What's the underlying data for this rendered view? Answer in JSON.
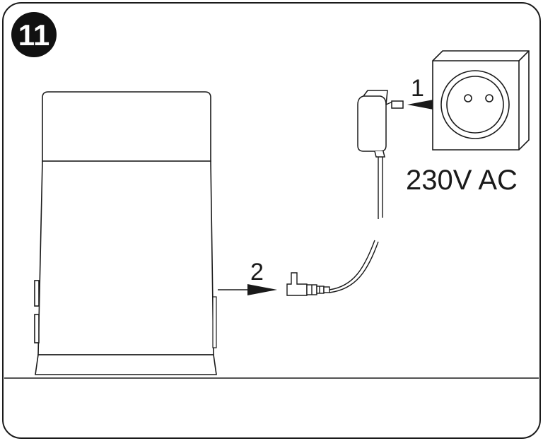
{
  "step": {
    "number": "11"
  },
  "callouts": {
    "plug_step": "1",
    "connect_step": "2"
  },
  "voltage_label": "230V AC",
  "colors": {
    "stroke": "#1a1a1a",
    "badge_fill": "#111111",
    "badge_text": "#ffffff",
    "background": "#ffffff"
  },
  "icons": [
    "step-badge",
    "power-adapter-icon",
    "wall-socket-icon",
    "dc-plug-icon",
    "device-icon",
    "arrow-icon"
  ]
}
